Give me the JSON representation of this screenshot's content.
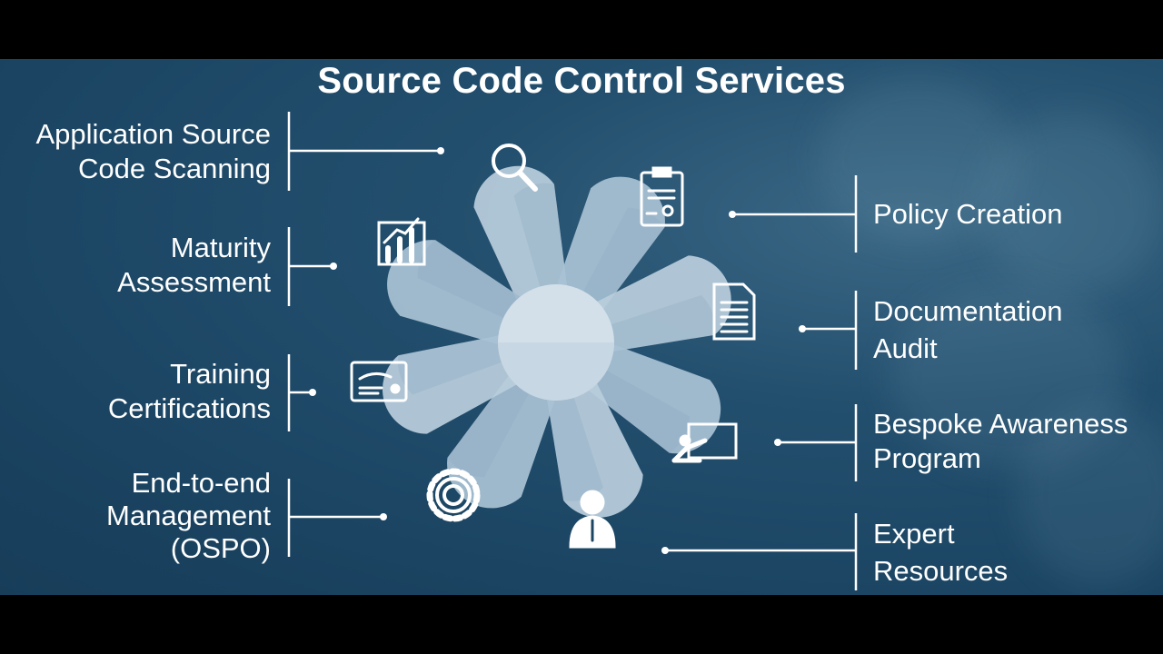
{
  "title": "Source Code Control Services",
  "services_left": [
    {
      "line1": "Application Source",
      "line2": "Code Scanning",
      "line3": "",
      "icon": "magnifier-icon"
    },
    {
      "line1": "Maturity",
      "line2": "Assessment",
      "line3": "",
      "icon": "bar-chart-icon"
    },
    {
      "line1": "Training",
      "line2": "Certifications",
      "line3": "",
      "icon": "certificate-icon"
    },
    {
      "line1": "End-to-end",
      "line2": "Management",
      "line3": "(OSPO)",
      "icon": "gear-icon"
    }
  ],
  "services_right": [
    {
      "line1": "Policy Creation",
      "line2": "",
      "icon": "clipboard-award-icon"
    },
    {
      "line1": "Documentation",
      "line2": "Audit",
      "icon": "document-icon"
    },
    {
      "line1": "Bespoke Awareness",
      "line2": "Program",
      "icon": "presentation-icon"
    },
    {
      "line1": "Expert",
      "line2": "Resources",
      "icon": "businessman-icon"
    }
  ],
  "colors": {
    "background": "#1b4563",
    "petal": "#b7cddd",
    "text": "#ffffff",
    "black_bar": "#000000"
  }
}
